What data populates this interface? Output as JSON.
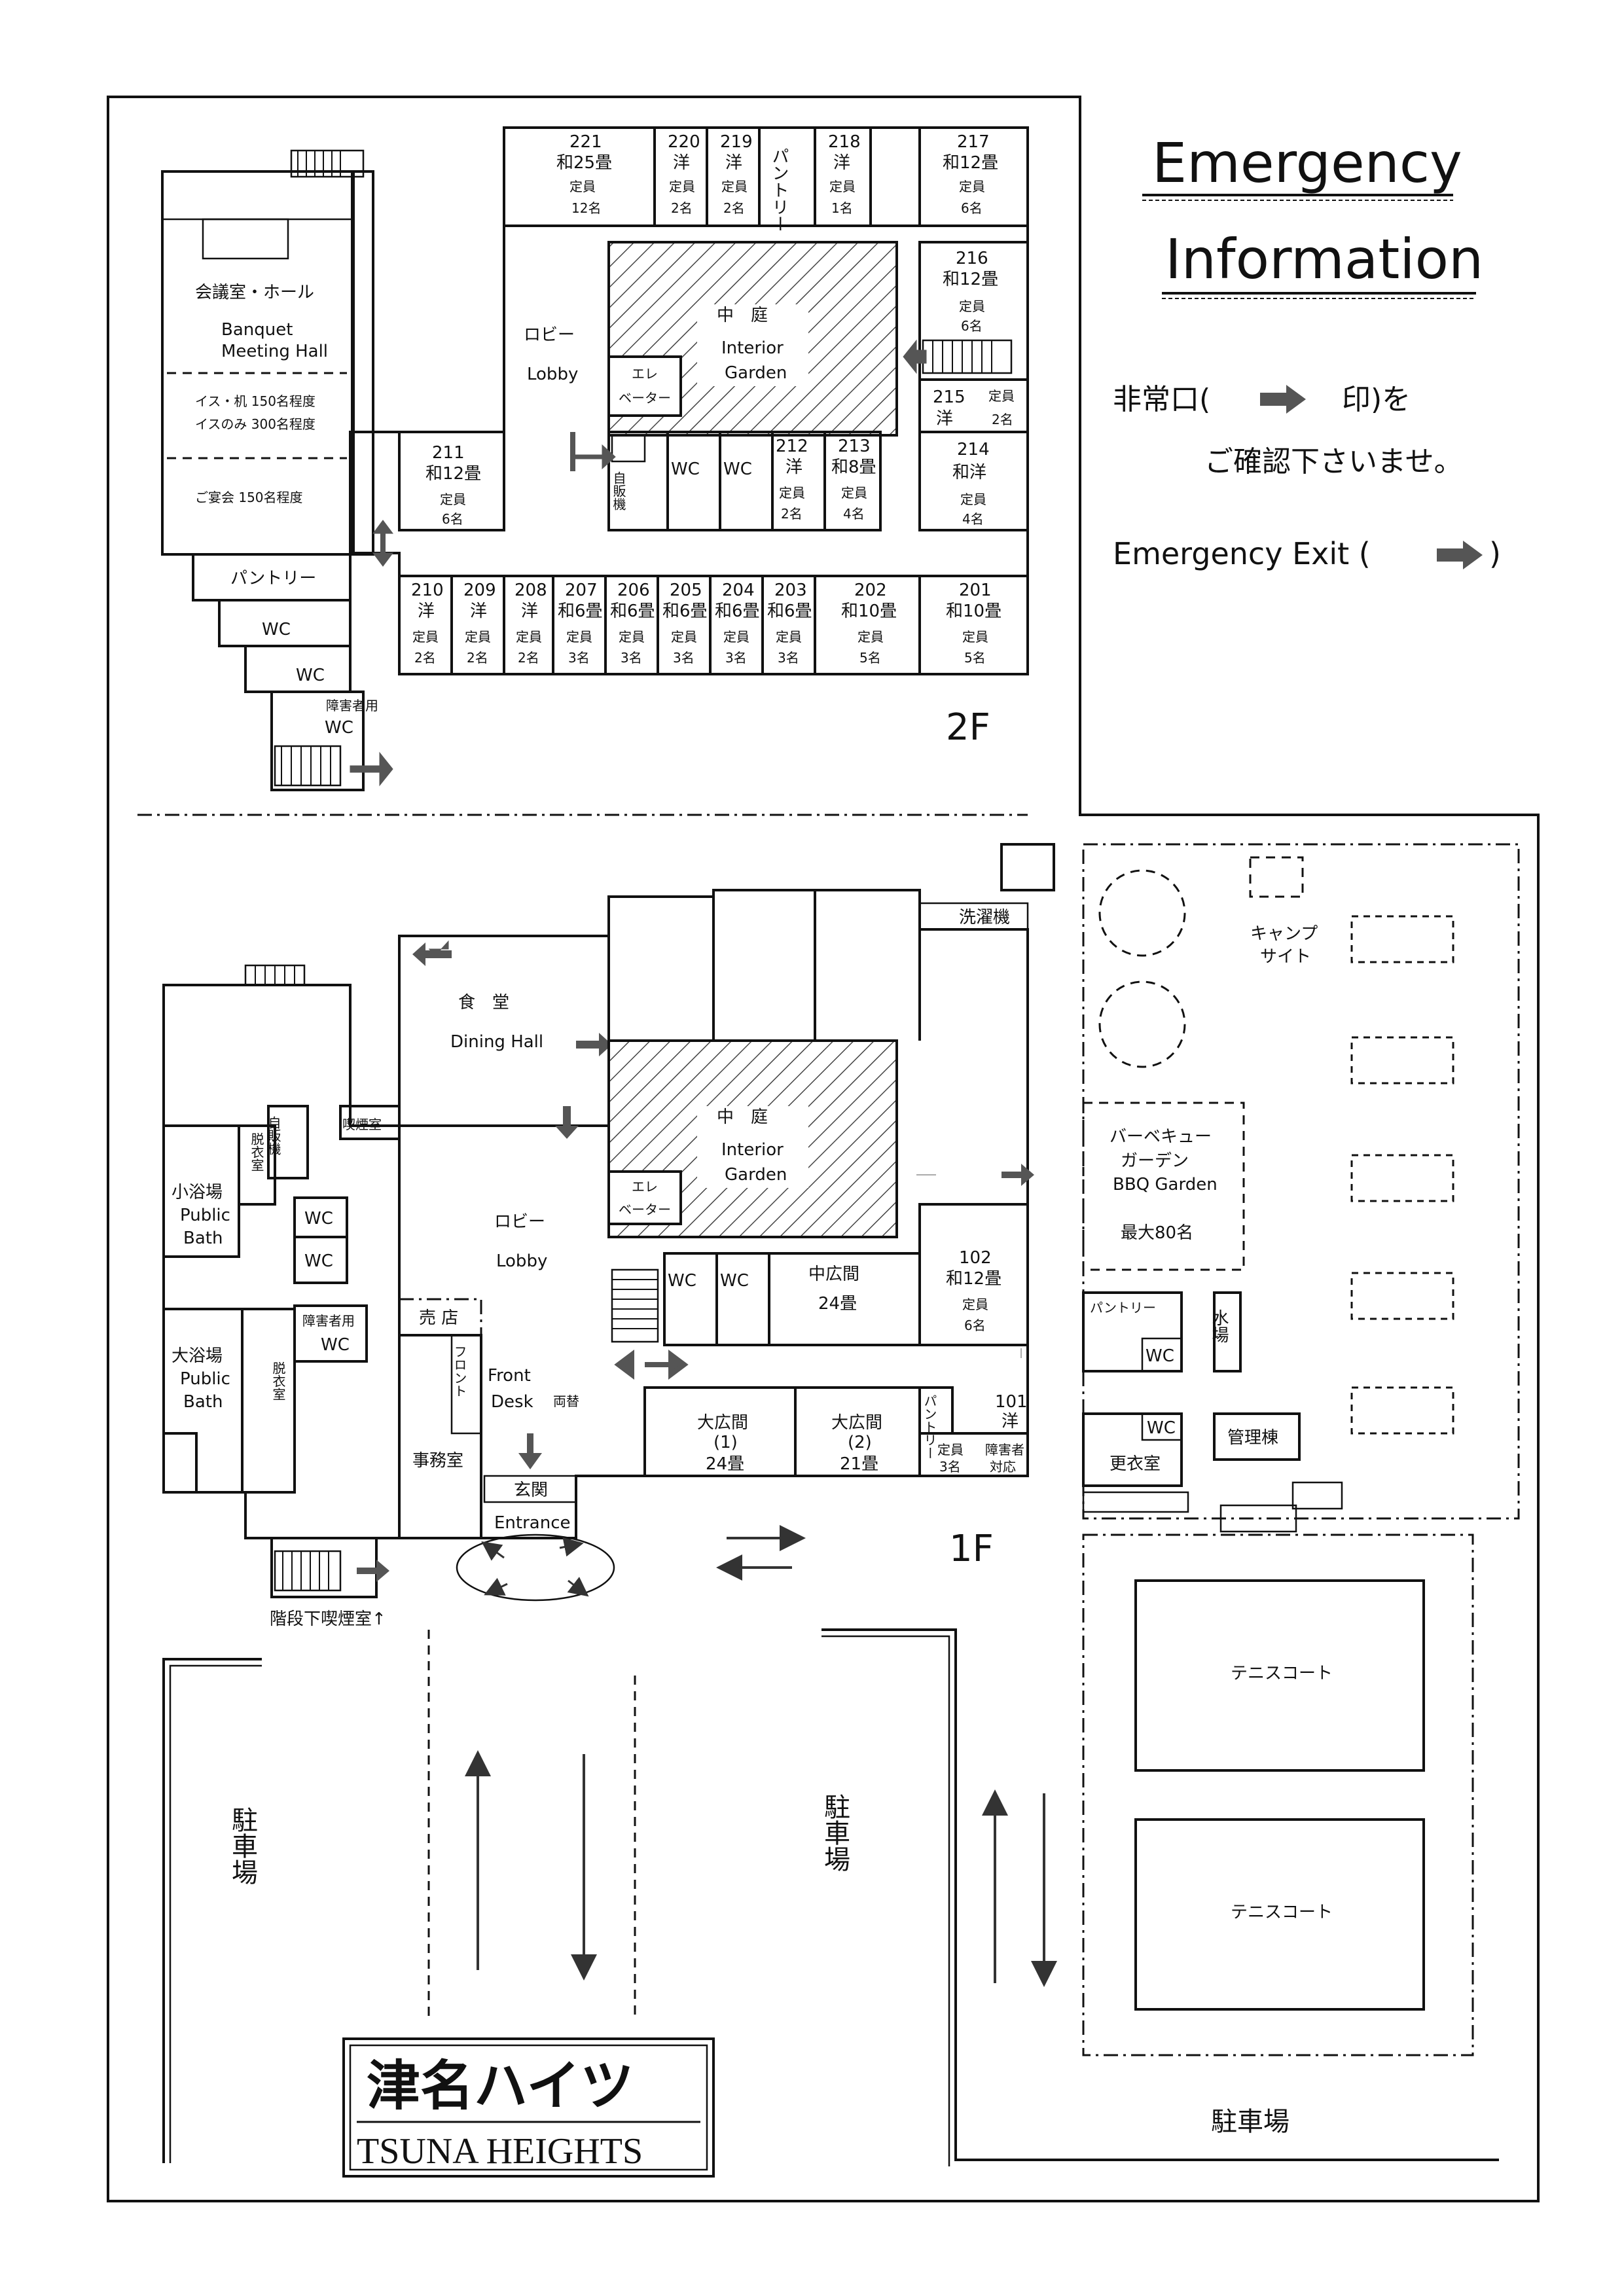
{
  "header": {
    "title_line1": "Emergency",
    "title_line2": "Information",
    "notice_jp_1": "非常口(",
    "notice_jp_2": "印)を",
    "notice_jp_3": "ご確認下さいませ。",
    "notice_en_1": "Emergency Exit (",
    "notice_en_2": ")"
  },
  "floor2": {
    "label": "2F",
    "hall": {
      "jp": "会議室・ホール",
      "en1": "Banquet",
      "en2": "Meeting Hall",
      "cap1": "イス・机 150名程度",
      "cap2": "イスのみ 300名程度",
      "cap3": "ご宴会 150名程度"
    },
    "pantry": "パントリー",
    "wc": "WC",
    "wc_accessible": "障害者用",
    "lobby_jp": "ロビー",
    "lobby_en": "Lobby",
    "garden_jp": "中　庭",
    "garden_en1": "Interior",
    "garden_en2": "Garden",
    "elevator1": "エレ",
    "elevator2": "ベーター",
    "vending": "自販機",
    "rooms_top": [
      {
        "no": "221",
        "type": "和25畳",
        "cap_label": "定員",
        "cap": "12名"
      },
      {
        "no": "220",
        "type": "洋",
        "cap_label": "定員",
        "cap": "2名"
      },
      {
        "no": "219",
        "type": "洋",
        "cap_label": "定員",
        "cap": "2名"
      },
      {
        "no": "",
        "type": "パントリー",
        "cap_label": "",
        "cap": ""
      },
      {
        "no": "218",
        "type": "洋",
        "cap_label": "定員",
        "cap": "1名"
      },
      {
        "no": "217",
        "type": "和12畳",
        "cap_label": "定員",
        "cap": "6名"
      }
    ],
    "room_216": {
      "no": "216",
      "type": "和12畳",
      "cap_label": "定員",
      "cap": "6名"
    },
    "room_215": {
      "no": "215",
      "type": "洋",
      "cap_label": "定員",
      "cap": "2名"
    },
    "room_214": {
      "no": "214",
      "type": "和洋",
      "cap_label": "定員",
      "cap": "4名"
    },
    "room_211": {
      "no": "211",
      "type": "和12畳",
      "cap_label": "定員",
      "cap": "6名"
    },
    "room_212": {
      "no": "212",
      "type": "洋",
      "cap_label": "定員",
      "cap": "2名"
    },
    "room_213": {
      "no": "213",
      "type": "和8畳",
      "cap_label": "定員",
      "cap": "4名"
    },
    "rooms_bottom": [
      {
        "no": "210",
        "type": "洋",
        "cap_label": "定員",
        "cap": "2名"
      },
      {
        "no": "209",
        "type": "洋",
        "cap_label": "定員",
        "cap": "2名"
      },
      {
        "no": "208",
        "type": "洋",
        "cap_label": "定員",
        "cap": "2名"
      },
      {
        "no": "207",
        "type": "和6畳",
        "cap_label": "定員",
        "cap": "3名"
      },
      {
        "no": "206",
        "type": "和6畳",
        "cap_label": "定員",
        "cap": "3名"
      },
      {
        "no": "205",
        "type": "和6畳",
        "cap_label": "定員",
        "cap": "3名"
      },
      {
        "no": "204",
        "type": "和6畳",
        "cap_label": "定員",
        "cap": "3名"
      },
      {
        "no": "203",
        "type": "和6畳",
        "cap_label": "定員",
        "cap": "3名"
      },
      {
        "no": "202",
        "type": "和10畳",
        "cap_label": "定員",
        "cap": "5名"
      },
      {
        "no": "201",
        "type": "和10畳",
        "cap_label": "定員",
        "cap": "5名"
      }
    ]
  },
  "floor1": {
    "label": "1F",
    "laundry": "洗濯機",
    "dining_jp": "食　堂",
    "dining_en": "Dining Hall",
    "smoking": "喫煙室",
    "vending": "自販機",
    "undress": "脱衣室",
    "small_bath_jp": "小浴場",
    "small_bath_en1": "Public",
    "small_bath_en2": "Bath",
    "large_bath_jp": "大浴場",
    "large_bath_en1": "Public",
    "large_bath_en2": "Bath",
    "wc": "WC",
    "wc_accessible": "障害者用",
    "lobby_jp": "ロビー",
    "lobby_en": "Lobby",
    "garden_jp": "中　庭",
    "garden_en1": "Interior",
    "garden_en2": "Garden",
    "elevator1": "エレ",
    "elevator2": "ベーター",
    "shop": "売 店",
    "front_jp": "フロント",
    "front_en1": "Front",
    "front_en2": "Desk",
    "phone": "両替",
    "office": "事務室",
    "genkan": "玄関",
    "entrance": "Entrance",
    "stair_smoking": "階段下喫煙室↑",
    "mid_hall": {
      "name": "中広間",
      "size": "24畳"
    },
    "big_hall_1": {
      "name": "大広間",
      "sub": "(1)",
      "size": "24畳"
    },
    "big_hall_2": {
      "name": "大広間",
      "sub": "(2)",
      "size": "21畳"
    },
    "pantry_small": "パントリー",
    "room_102": {
      "no": "102",
      "type": "和12畳",
      "cap_label": "定員",
      "cap": "6名"
    },
    "room_101": {
      "no": "101",
      "type": "洋",
      "cap_label": "定員",
      "cap": "3名",
      "note1": "障害者",
      "note2": "対応"
    },
    "camp_site_1": "キャンプ",
    "camp_site_2": "サイト",
    "bbq_1": "バーベキュー",
    "bbq_2": "ガーデン",
    "bbq_3": "BBQ Garden",
    "bbq_cap": "最大80名",
    "pantry": "パントリー",
    "water": "水場",
    "changing": "更衣室",
    "mgmt": "管理棟",
    "tennis1": "テニスコート",
    "tennis2": "テニスコート",
    "parking_left": "駐車場",
    "parking_mid": "駐車場",
    "parking_bottom": "駐車場"
  },
  "brand": {
    "jp": "津名ハイツ",
    "en": "TSUNA HEIGHTS"
  }
}
